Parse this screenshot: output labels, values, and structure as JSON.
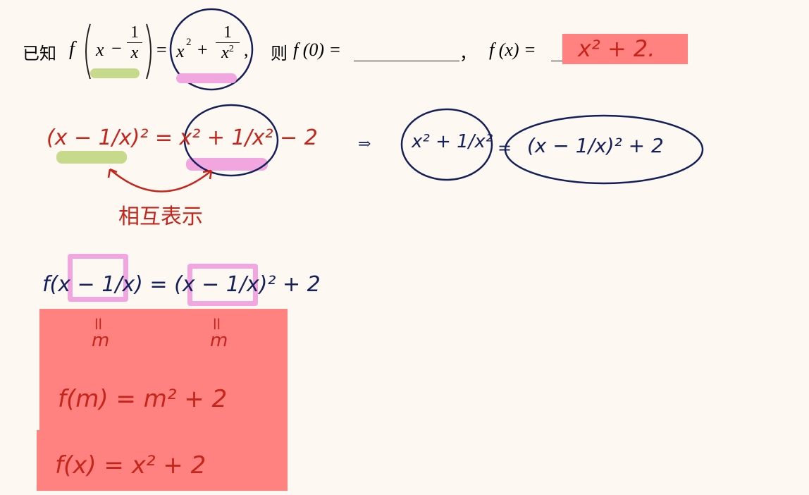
{
  "question": {
    "prefix": "已知",
    "f": "f",
    "lhs_x": "x",
    "minus": "−",
    "frac_num": "1",
    "frac_den": "x",
    "eq": "=",
    "rhs_x": "x",
    "sup2": "2",
    "plus": "+",
    "rhs_frac_num": "1",
    "rhs_frac_den": "x",
    "comma": ",",
    "then": "则",
    "f0": "f (0) =",
    "blank_comma": "，",
    "fx": "f (x) =",
    "answer": "x² + 2."
  },
  "step1": {
    "left": "(x − 1/x)² = x² + 1/x² − 2",
    "arrow": "⇒",
    "circle_lhs": "x² + 1/x²",
    "eq": "=",
    "ellipse_rhs": "(x − 1/x)² + 2",
    "note": "相互表示"
  },
  "step2": {
    "line": "f(x − 1/x) = (x − 1/x)² + 2",
    "equals_mark": "ll",
    "m": "m",
    "fm_line": "f(m) = m² + 2",
    "fx_line": "f(x) = x² + 2"
  },
  "colors": {
    "background": "#fdf8f1",
    "red_ink": "#c4261c",
    "navy_ink": "#15205a",
    "highlight_green": "#c7d98a",
    "highlight_pink": "#f2a6df",
    "overlay_red": "#ff8280"
  }
}
